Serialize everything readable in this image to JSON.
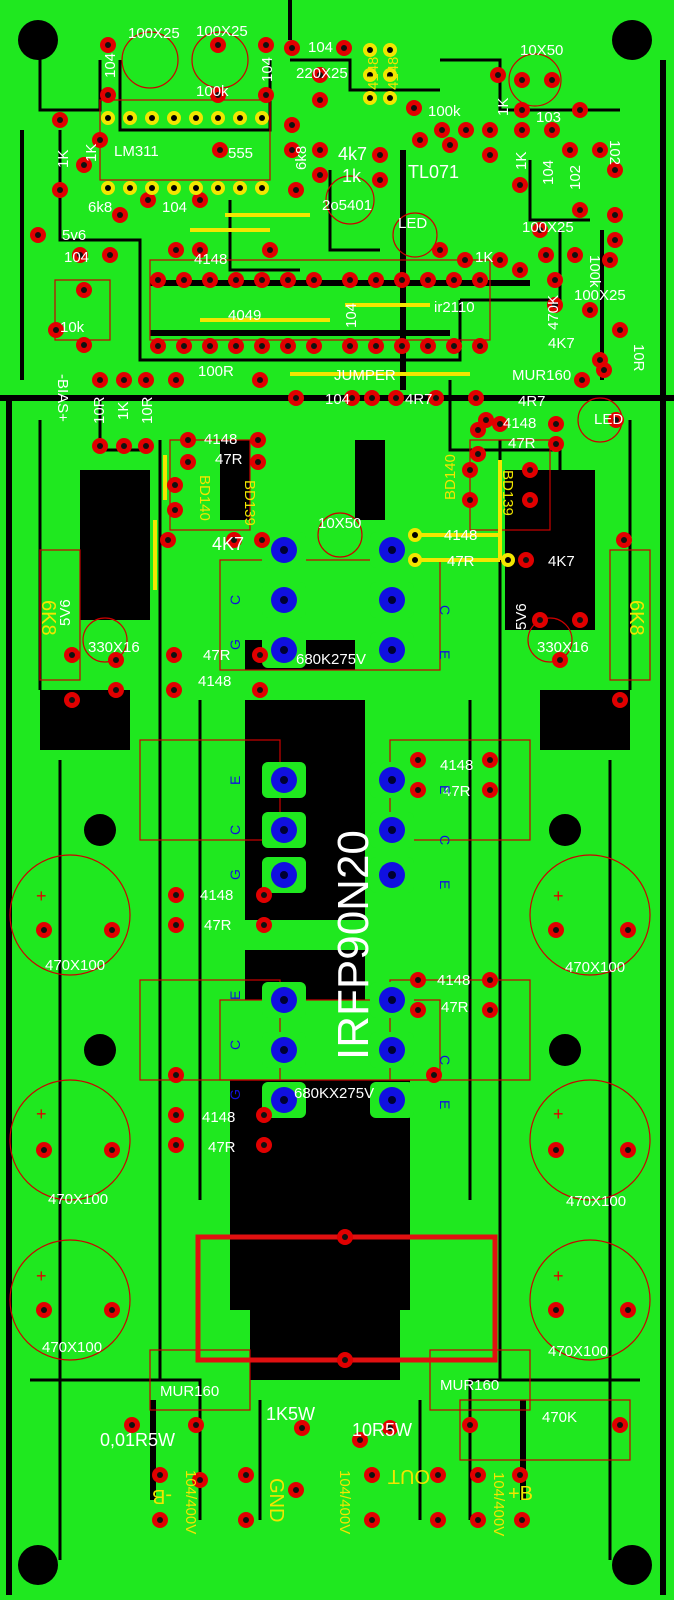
{
  "board": {
    "colors": {
      "copper": "#1fe81f",
      "substrate": "#000000",
      "pad": "#e00000",
      "pad_big": "#1010e0",
      "silk": "#ffffff",
      "silk_yellow": "#f2e600",
      "outline": "#cc0000"
    },
    "main_title": "IRFP90N20",
    "labels": {
      "c100x25_a": "100X25",
      "c100x25_b": "100X25",
      "c104_a": "104",
      "c104_b": "104",
      "c104_c": "104",
      "c220x25": "220X25",
      "d4148_a": "4148",
      "d4148_b": "4148",
      "c10x50_top": "10X50",
      "r100k_a": "100k",
      "r100k_b": "100k",
      "r1k_a": "1K",
      "c103": "103",
      "lm311": "LM311",
      "ic555": "555",
      "r1k_b": "1K",
      "r1k_c": "1K",
      "r6k8_a": "6k8",
      "r4k7_a": "4k7",
      "r1k_d": "1k",
      "tl071": "TL071",
      "c104_d": "104",
      "c102_a": "102",
      "c102_b": "102",
      "r6k8_b": "6k8",
      "c104_e": "104",
      "t2o5401": "2o5401",
      "z5v6_a": "5v6",
      "led_a": "LED",
      "c100x25_c": "100X25",
      "c104_f": "104",
      "d4148_c": "4148",
      "r1k_e": "1K",
      "r100k_c": "100k",
      "r470k_a": "470K",
      "c100x25_d": "100X25",
      "r10k": "10k",
      "ic4049": "4049",
      "c104_g": "104",
      "ir2110": "ir2110",
      "r4k7_b": "4K7",
      "r10r_a": "10R",
      "r100r": "100R",
      "jumper": "JUMPER",
      "mur160_a": "MUR160",
      "bias": "-BIAS+",
      "r10r_b": "10R",
      "r1k_f": "1K",
      "r10r_c": "10R",
      "c104_h": "104",
      "r4r7_a": "4R7",
      "r4r7_b": "4R7",
      "led_b": "LED",
      "d4148_d": "4148",
      "r47r_a": "47R",
      "bd140_a": "BD140",
      "bd139_a": "BD139",
      "d4148_e": "4148",
      "r47r_b": "47R",
      "bd140_b": "BD140",
      "bd139_b": "BD139",
      "r4k7_c": "4K7",
      "c10x50_mid": "10X50",
      "d4148_f": "4148",
      "r47r_c": "47R",
      "r4k7_d": "4K7",
      "r6k8_c": "6K8",
      "r6k8_d": "6K8",
      "z5v6_b": "5V6",
      "c330x16_a": "330X16",
      "r47r_d": "47R",
      "c680k275v": "680K275V",
      "d4148_g": "4148",
      "z5v6_c": "5V6",
      "c330x16_b": "330X16",
      "d4148_h": "4148",
      "r47r_e": "47R",
      "d4148_i": "4148",
      "r47r_f": "47R",
      "c470x100_a": "470X100",
      "c470x100_b": "470X100",
      "d4148_j": "4148",
      "r47r_g": "47R",
      "c680kx275v": "680KX275V",
      "d4148_k": "4148",
      "r47r_h": "47R",
      "c470x100_c": "470X100",
      "c470x100_d": "470X100",
      "c470x100_e": "470X100",
      "c470x100_f": "470X100",
      "mur160_b": "MUR160",
      "mur160_c": "MUR160",
      "r1k5w": "1K5W",
      "r10r5w": "10R5W",
      "r001r5w": "0,01R5W",
      "r470k_b": "470K",
      "neg_b": "-B",
      "gnd": "GND",
      "out": "OUT",
      "pos_b": "+B",
      "c104_400v_a": "104/400V",
      "c104_400v_b": "104/400V",
      "c104_400v_c": "104/400V",
      "pin_c1": "C",
      "pin_c2": "C",
      "pin_e1": "E",
      "pin_g1": "G",
      "pin_e2": "E",
      "pin_c3": "C",
      "pin_g2": "G",
      "pin_e3": "E",
      "pin_c4": "C",
      "pin_e4": "E",
      "pin_c5": "C",
      "pin_g3": "G",
      "pin_e5": "E",
      "pin_c6": "C",
      "pin_e6": "E"
    }
  }
}
